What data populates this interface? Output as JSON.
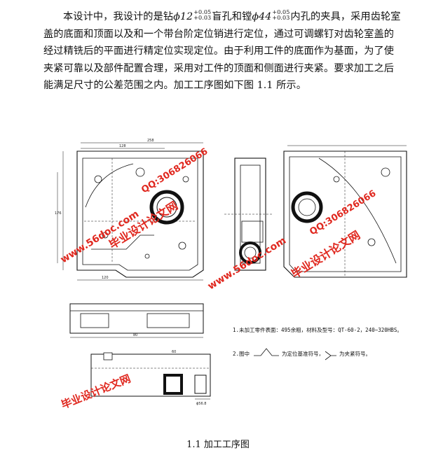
{
  "paragraph": {
    "line1_a": "本设计中，我设计的是钻",
    "phi_1": "ϕ12",
    "tol_1_upper": "+0.05",
    "tol_1_lower": "+0.03",
    "line1_b": "盲孔和镗",
    "phi_2": "ϕ44",
    "tol_2_upper": "+0.05",
    "tol_2_lower": "+0.03",
    "line1_c": "内孔的夹具，采用齿轮室",
    "line2": "盖的底面和顶面以及和一个带台阶定位销进行定位，通过可调螺钉对齿轮室盖的",
    "line3": "经过精铣后的平面进行精定位实现定位。由于利用工件的底面作为基面，为了使",
    "line4": "夹紧可靠以及部件配置合理，采用对工件的顶面和侧面进行夹紧。要求加工之后",
    "line5": "能满足尺寸的公差范围之内。加工工序图如下图 1.1 所示。"
  },
  "figure": {
    "note1": "1.未加工零件表面：495余粗，材料及型号：QT-60-2，240~320HBS。",
    "note2_a": "2.图中",
    "note2_b": "为定位基准符号，",
    "note2_c": "为夹紧符号。",
    "watermarks": {
      "cn": "毕业设计论文网",
      "url": "www.56doc.com",
      "qq": "QQ:306826066"
    },
    "dims": {
      "d1": "258",
      "d2": "128",
      "d3": "120",
      "d4": "176",
      "d5": "80",
      "d6": "ϕ56.8",
      "d7": "60"
    },
    "colors": {
      "watermark": "#e0281f",
      "line": "#111111"
    }
  },
  "caption": "1.1  加工工序图"
}
